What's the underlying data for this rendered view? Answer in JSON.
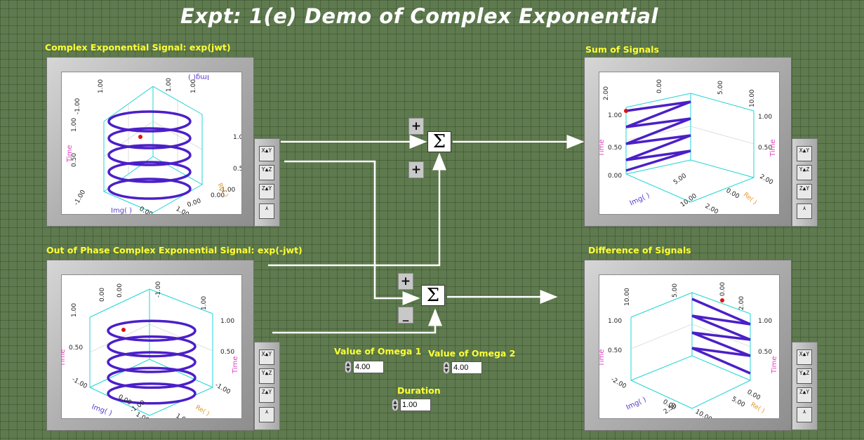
{
  "title": "Expt: 1(e) Demo of Complex Exponential",
  "colors": {
    "background": "#5e7a4e",
    "label": "#ffff33",
    "trace": "#4b1fc8",
    "axis_cyan": "#22d4d4",
    "time_label": "#e040c0",
    "re_label": "#e09a30",
    "img_label": "#5a3ad0"
  },
  "graphs": {
    "g1": {
      "label": "Complex Exponential Signal: exp(jwt)",
      "ticks": {
        "a": "1.00",
        "b": "0.50",
        "c": "-1.00",
        "d": "0.00",
        "e": "1.00",
        "f": "0.00",
        "g": "1.00",
        "h": "1.00",
        "i": "0.50",
        "j": "-1.00",
        "k": "0.00",
        "l": "1.00",
        "m": "-1.00",
        "n": "1.00"
      },
      "axes": {
        "time": "Time",
        "re": "Re( )",
        "img": "Img( )"
      }
    },
    "g2": {
      "label": "Sum of Signals",
      "ticks": {
        "a": "2.00",
        "b": "1.00",
        "c": "0.50",
        "d": "0.00",
        "e": "0.00",
        "f": "5.00",
        "g": "10.00",
        "h": "1.00",
        "i": "0.50",
        "j": "2.00",
        "k": "0.00",
        "l": "5.00",
        "m": "10.00",
        "n": "2.00"
      },
      "axes": {
        "time": "Time",
        "re": "Re( )",
        "img": "Img( )"
      }
    },
    "g3": {
      "label": "Out of Phase Complex Exponential Signal: exp(-jwt)",
      "ticks": {
        "a": "1.00",
        "b": "0.50",
        "c": "-1.00",
        "d": "0.00",
        "e": "0.00",
        "f": "1.00",
        "g": "-1.00",
        "h": "1.00",
        "i": "0.50",
        "j": "-1.00",
        "k": "1.00",
        "l": "0.00",
        "m": "1.00",
        "n": "-1.00"
      },
      "axes": {
        "time": "Time",
        "re": "Re( )",
        "img": "Img( )"
      }
    },
    "g4": {
      "label": "Difference of Signals",
      "ticks": {
        "a": "1.00",
        "b": "0.50",
        "c": "-2.00",
        "d": "0.00",
        "e": "0.00",
        "f": "5.00",
        "g": "10.00",
        "h": "1.00",
        "i": "0.50",
        "j": "2.00",
        "k": "0.00",
        "l": "5.00",
        "m": "10.00",
        "n": "2.50"
      },
      "axes": {
        "time": "Time",
        "re": "Re( )",
        "img": "Img( )"
      }
    }
  },
  "operators": {
    "plus": "+",
    "minus": "_",
    "sigma": "Σ"
  },
  "palette": {
    "b1": "X▲Y",
    "b2": "Y▲Z",
    "b3": "Z▲Y",
    "b4": "⋏"
  },
  "controls": {
    "omega1": {
      "label": "Value of Omega 1",
      "value": "4.00"
    },
    "omega2": {
      "label": "Value of Omega 2",
      "value": "4.00"
    },
    "duration": {
      "label": "Duration",
      "value": "1.00"
    }
  }
}
